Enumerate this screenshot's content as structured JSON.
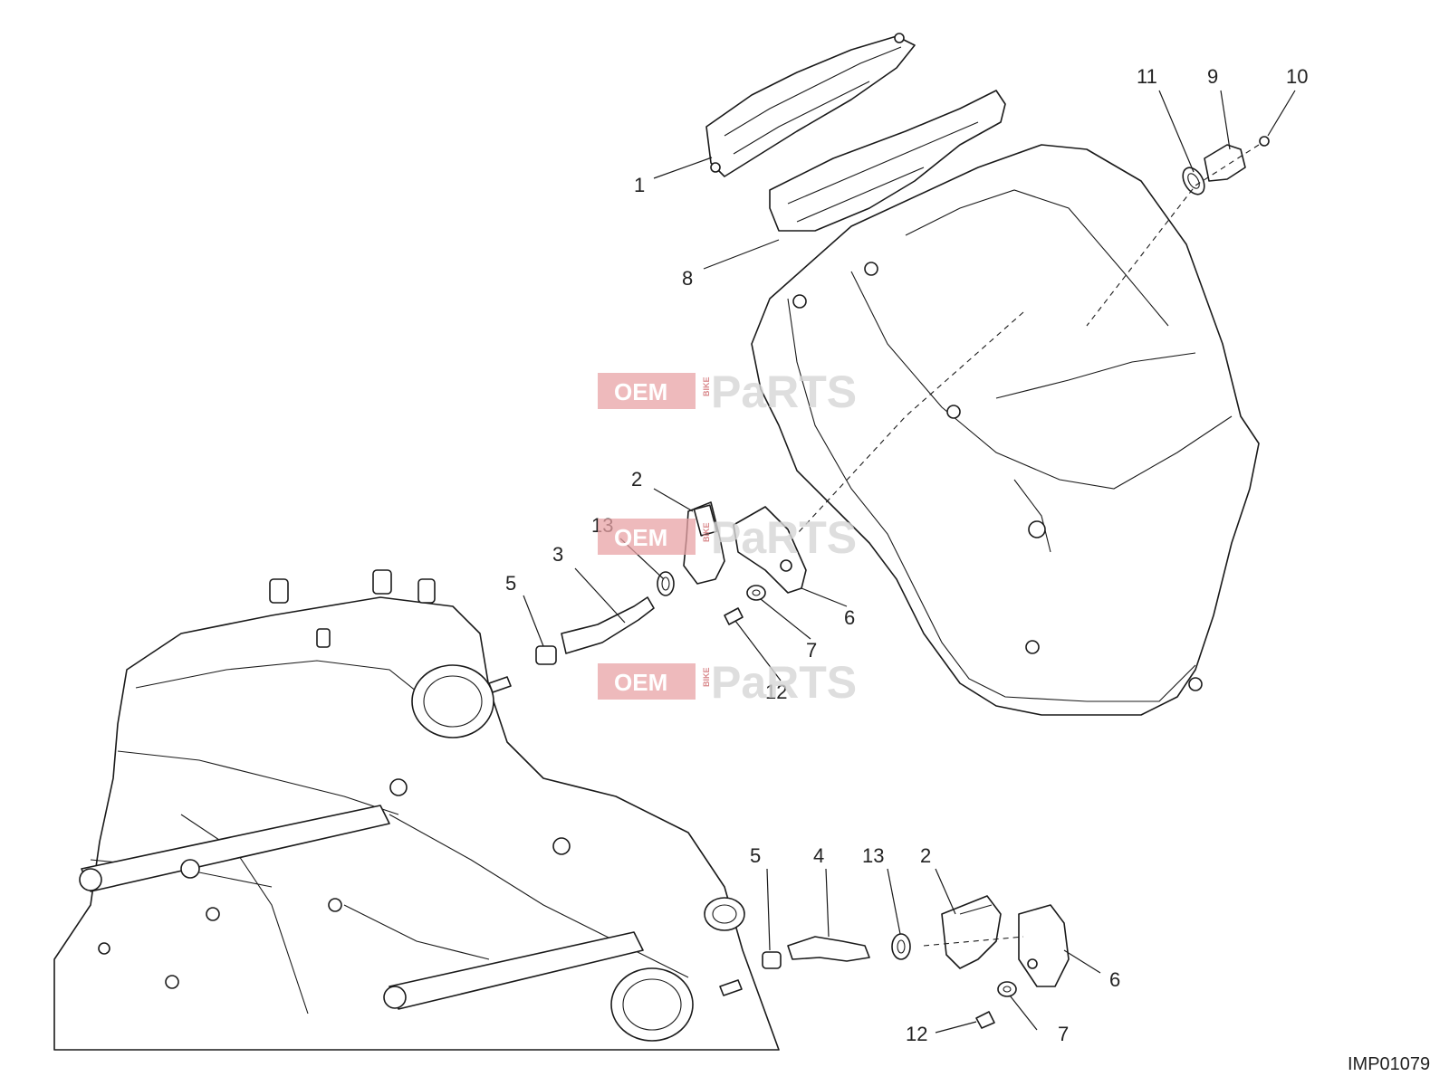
{
  "diagram": {
    "drawing_code": "IMP01079",
    "callouts_upper": [
      "1",
      "8",
      "11",
      "9",
      "10",
      "2",
      "13",
      "3",
      "5",
      "6",
      "7",
      "12"
    ],
    "callouts_lower": [
      "5",
      "4",
      "13",
      "2",
      "6",
      "12",
      "7"
    ]
  },
  "watermark": {
    "brand_box": "OEM",
    "brand_small": "BIKE",
    "brand_big": "PaRTS",
    "box_color": "#e8a3a6"
  }
}
